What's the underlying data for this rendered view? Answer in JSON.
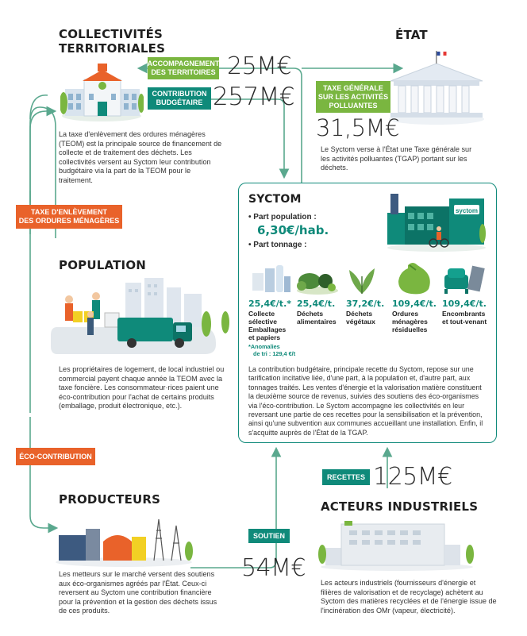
{
  "collectivites": {
    "title_line1": "COLLECTIVITÉS",
    "title_line2": "TERRITORIALES",
    "description": "La taxe d'enlèvement des ordures ménagères (TEOM) est la principale source de financement de collecte et de traitement des déchets. Les collectivités versent au Syctom leur contribution budgétaire via la part de la TEOM pour le traitement."
  },
  "etat": {
    "title": "ÉTAT",
    "description": "Le Syctom verse à l'État une Taxe générale sur les activités polluantes (TGAP) portant sur les déchets."
  },
  "flows": {
    "accompagnement": {
      "label_line1": "ACCOMPAGNEMENT",
      "label_line2": "DES TERRITOIRES",
      "amount": "25M€"
    },
    "contribution": {
      "label_line1": "CONTRIBUTION",
      "label_line2": "BUDGÉTAIRE",
      "amount": "257M€"
    },
    "tgap": {
      "label_line1": "TAXE GÉNÉRALE",
      "label_line2": "SUR LES ACTIVITÉS",
      "label_line3": "POLLUANTES",
      "amount": "31,5M€"
    },
    "teom": {
      "label_line1": "TAXE D'ENLÈVEMENT",
      "label_line2": "DES ORDURES MÉNAGÈRES"
    },
    "eco": {
      "label": "ÉCO-CONTRIBUTION"
    },
    "recettes": {
      "label": "RECETTES",
      "amount": "125M€"
    },
    "soutien": {
      "label": "SOUTIEN",
      "amount": "54M€"
    }
  },
  "syctom": {
    "title": "SYCTOM",
    "building_sign": "syctom",
    "part_population_label": "• Part population :",
    "part_population_value": "6,30€/hab.",
    "part_tonnage_label": "• Part tonnage :",
    "categories": [
      {
        "price": "25,4€/t.*",
        "name_line1": "Collecte",
        "name_line2": "sélective",
        "name_line3": "Emballages",
        "name_line4": "et papiers",
        "icon": "packaging-icon"
      },
      {
        "price": "25,4€/t.",
        "name_line1": "Déchets",
        "name_line2": "alimentaires",
        "name_line3": "",
        "name_line4": "",
        "icon": "food-waste-icon"
      },
      {
        "price": "37,2€/t.",
        "name_line1": "Déchets",
        "name_line2": "végétaux",
        "name_line3": "",
        "name_line4": "",
        "icon": "plant-waste-icon"
      },
      {
        "price": "109,4€/t.",
        "name_line1": "Ordures",
        "name_line2": "ménagères",
        "name_line3": "résiduelles",
        "name_line4": "",
        "icon": "garbage-bag-icon"
      },
      {
        "price": "109,4€/t.",
        "name_line1": "Encombrants",
        "name_line2": "et tout-venant",
        "name_line3": "",
        "name_line4": "",
        "icon": "bulky-items-icon"
      }
    ],
    "anomalies_line1": "*Anomalies",
    "anomalies_line2": "de tri : 129,4 €/t",
    "description": "La contribution budgétaire, principale recette du Syctom, repose sur une tarification incitative liée, d'une part, à la population et, d'autre part, aux tonnages traités. Les ventes d'énergie et la valorisation matière constituent la deuxième source de revenus, suivies des soutiens des éco-organismes via l'éco-contribution. Le Syctom accompagne les collectivités en leur reversant une partie de ces recettes pour la sensibilisation et la prévention, ainsi qu'une subvention aux communes accueillant une installation. Enfin, il s'acquitte auprès de l'État de la TGAP."
  },
  "population": {
    "title": "POPULATION",
    "description": "Les propriétaires de logement, de local industriel ou commercial payent chaque année la TEOM avec la taxe foncière. Les consommateur·rices paient une éco-contribution pour l'achat de certains produits (emballage, produit électronique, etc.)."
  },
  "producteurs": {
    "title": "PRODUCTEURS",
    "description": "Les metteurs sur le marché versent des soutiens aux éco-organismes agréés par l'État. Ceux-ci reversent au Syctom une contribution financière pour la prévention et la gestion des déchets issus de ces produits."
  },
  "acteurs": {
    "title": "ACTEURS INDUSTRIELS",
    "description": "Les acteurs industriels (fournisseurs d'énergie et filières de valorisation et de recyclage) achètent au Syctom des matières recyclées et de l'énergie issue de l'incinération des OMr (vapeur, électricité)."
  },
  "colors": {
    "teal": "#0f8a7a",
    "green": "#7ab640",
    "orange": "#e9622a",
    "arrow": "#5aa88e"
  }
}
